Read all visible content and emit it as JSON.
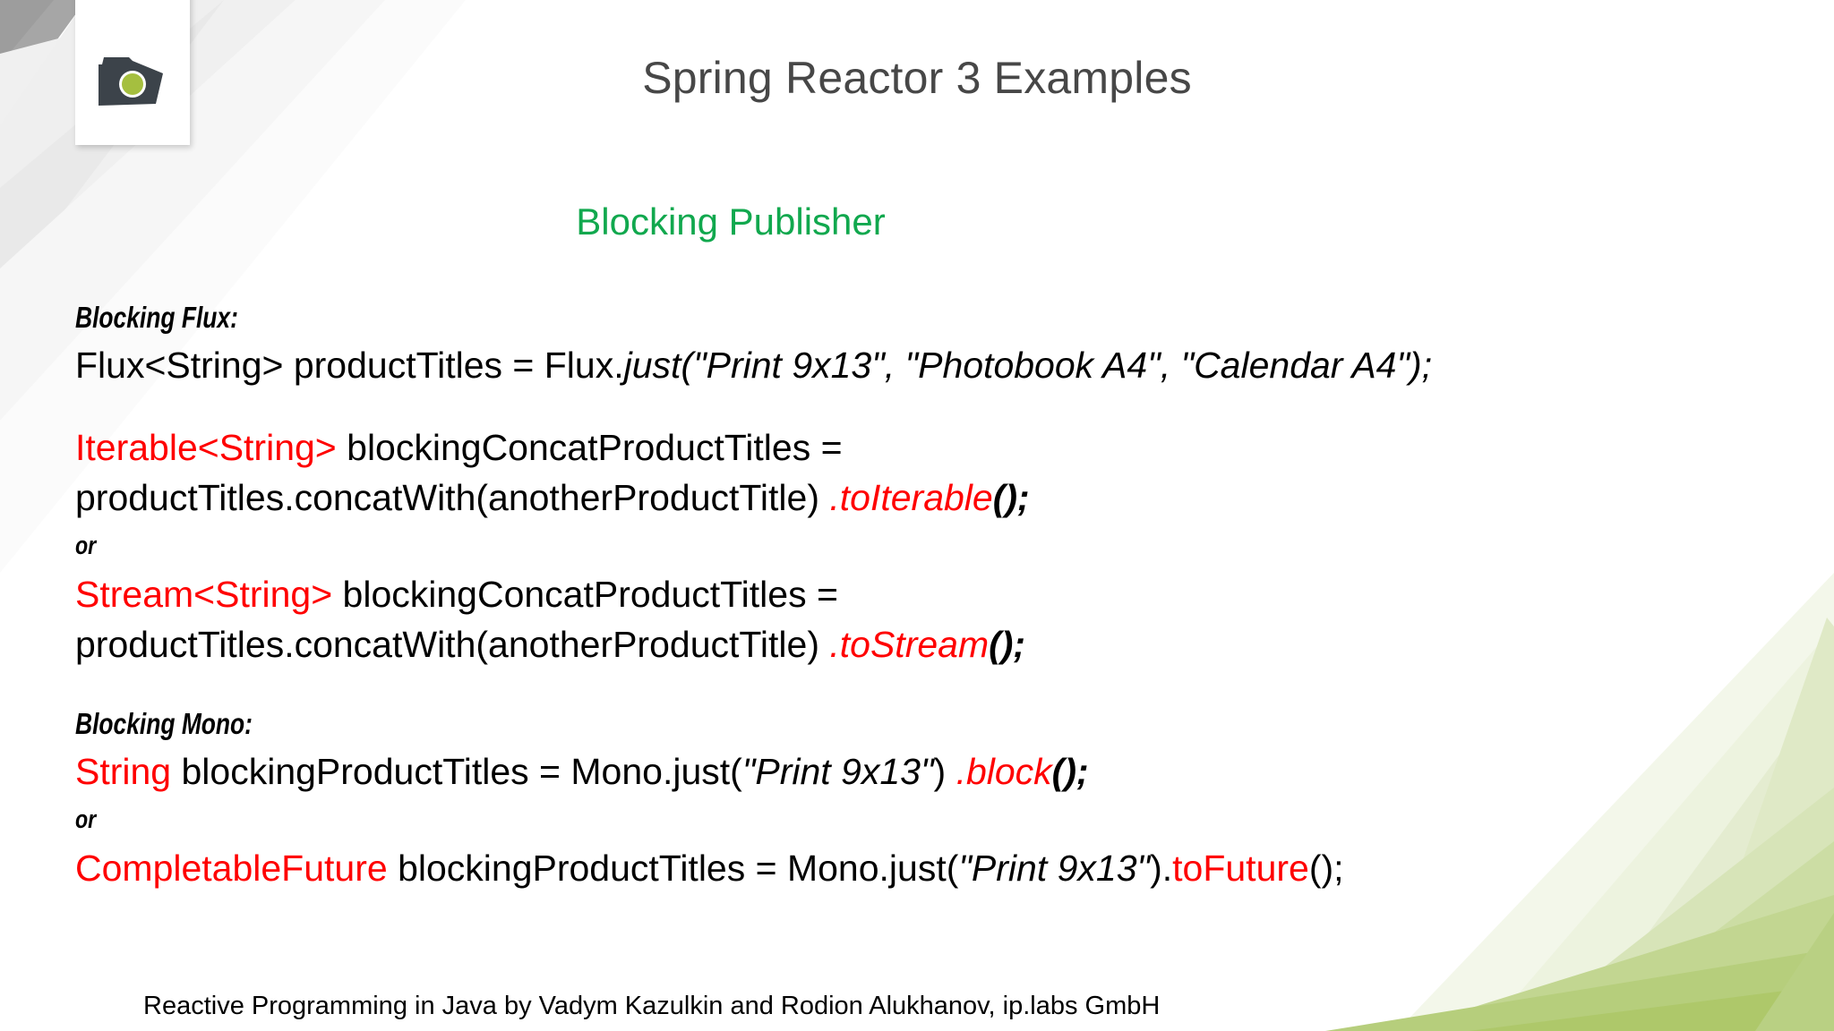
{
  "slide": {
    "title": "Spring Reactor 3 Examples",
    "subtitle": "Blocking Publisher",
    "subtitle_color": "#11a84e",
    "accent_red": "#ff0000",
    "logo": {
      "name": "ip-labs-camera-logo",
      "body_color": "#3c434a",
      "lens_color": "#a5bf3f"
    },
    "background": {
      "corner_green_1": "#aec86a",
      "corner_green_2": "#c3d691",
      "corner_green_3": "#e2ead0",
      "top_left_gray": "#a6a6a6",
      "top_left_light": "#ebebeb"
    }
  },
  "content": {
    "flux_heading": "Blocking Flux:",
    "flux_line": {
      "plain1": "Flux<String> productTitles = Flux.",
      "italic1": "just(\"Print 9x13\", \"Photobook A4\", \"Calendar A4\");"
    },
    "iterable_line1": {
      "red1": "Iterable<String>",
      "plain1": " blockingConcatProductTitles ="
    },
    "iterable_line2": {
      "plain1": "productTitles.concatWith(anotherProductTitle) ",
      "red_italic1": ".toIterable",
      "plain_italic_bold1": "();"
    },
    "or_1": "or",
    "stream_line1": {
      "red1": "Stream<String>",
      "plain1": " blockingConcatProductTitles ="
    },
    "stream_line2": {
      "plain1": "productTitles.concatWith(anotherProductTitle) ",
      "red_italic1": ".toStream",
      "plain_italic_bold1": "();"
    },
    "mono_heading": "Blocking Mono:",
    "mono_line": {
      "red1": "String",
      "plain1": " blockingProductTitles = Mono.just(",
      "italic1": "\"Print 9x13\"",
      "plain2": ") ",
      "red_italic1": ".block",
      "plain_italic_bold1": "();"
    },
    "or_2": "or",
    "future_line": {
      "red1": "CompletableFuture",
      "plain1": " blockingProductTitles = Mono.just(",
      "italic1": "\"Print 9x13\"",
      "plain2": ").",
      "red2": "toFuture",
      "plain3": "();"
    }
  },
  "footer": {
    "text": "Reactive Programming in Java by Vadym Kazulkin and Rodion Alukhanov, ip.labs GmbH"
  }
}
